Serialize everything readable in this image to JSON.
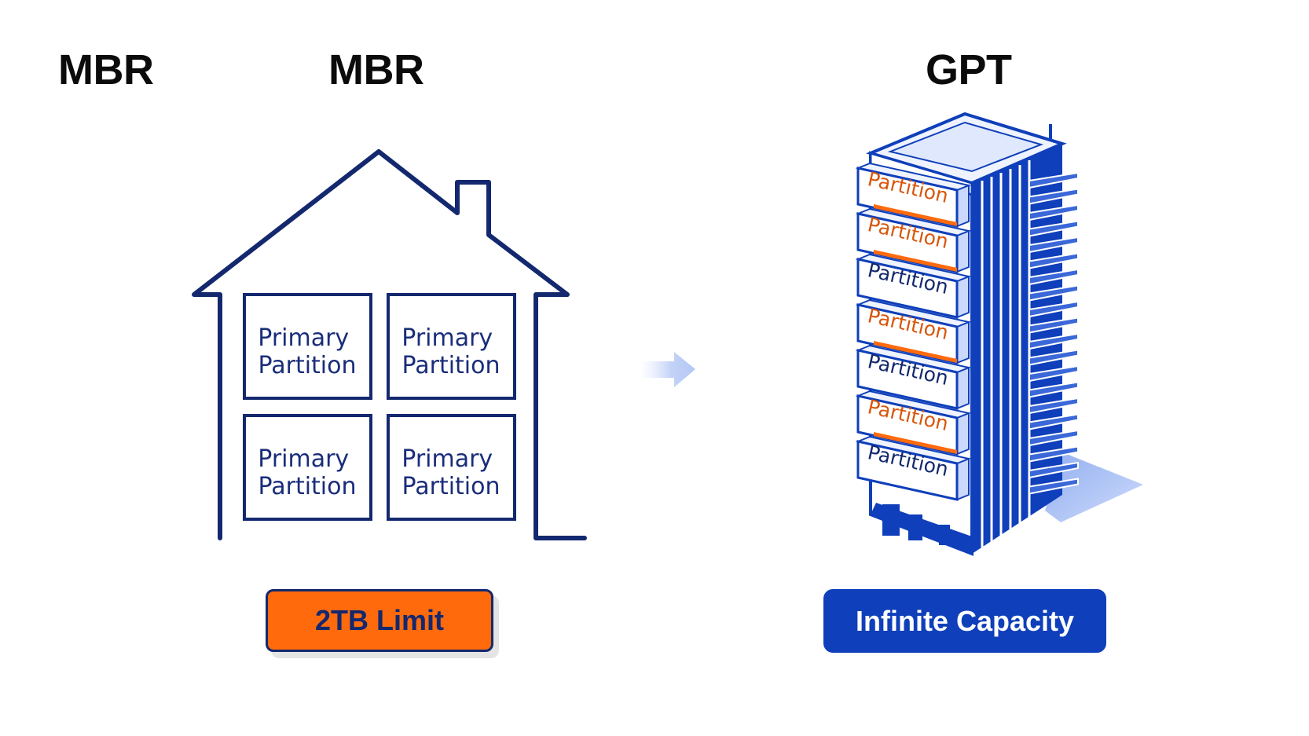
{
  "headings": {
    "left": "MBR",
    "middle": "MBR",
    "right": "GPT"
  },
  "mbr_house": {
    "partitions": [
      "Primary\nPartition",
      "Primary\nPartition",
      "Primary\nPartition",
      "Primary\nPartition"
    ],
    "badge": "2TB Limit"
  },
  "gpt_building": {
    "floors": [
      {
        "label": "Partition",
        "accent": "orange"
      },
      {
        "label": "Partition",
        "accent": "orange"
      },
      {
        "label": "Partition",
        "accent": "none"
      },
      {
        "label": "Partition",
        "accent": "orange"
      },
      {
        "label": "Partition",
        "accent": "none"
      },
      {
        "label": "Partition",
        "accent": "orange"
      },
      {
        "label": "Partition",
        "accent": "none"
      }
    ],
    "badge": "Infinite Capacity"
  },
  "icons": [
    "house-icon",
    "arrow-right-icon",
    "skyscraper-icon"
  ],
  "colors": {
    "navy": "#13286e",
    "blue": "#0f3fba",
    "orange": "#ff6a0d",
    "orange_text": "#d9560a",
    "light_blue": "#c9d8fb"
  }
}
